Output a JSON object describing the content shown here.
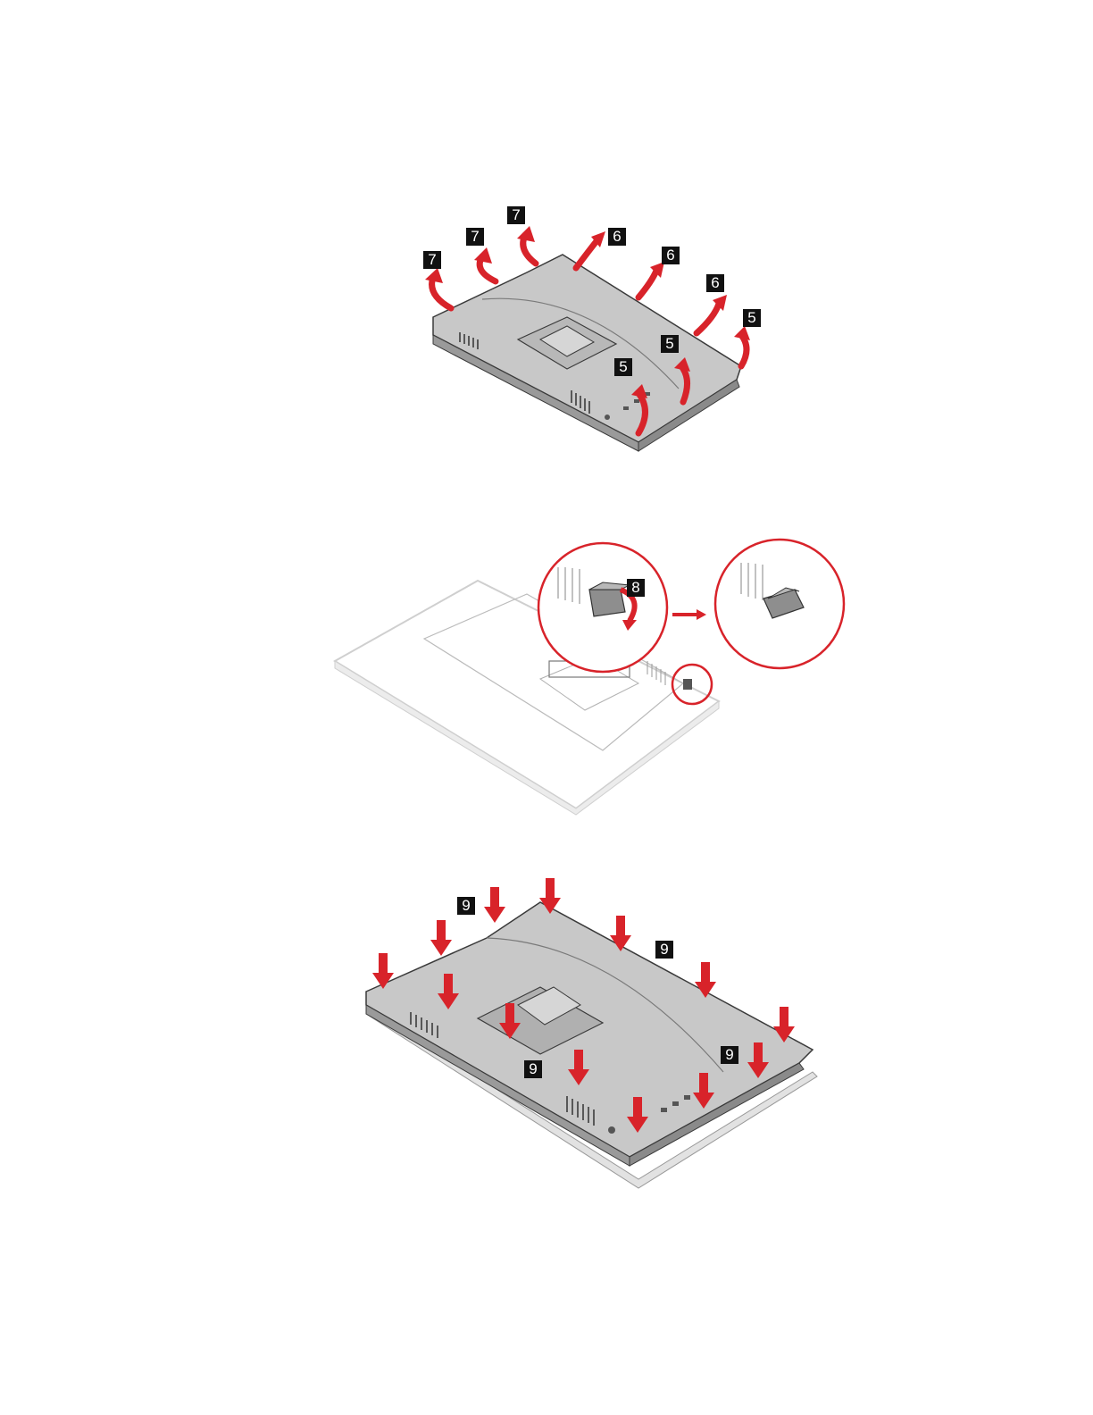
{
  "figures": [
    {
      "callouts": {
        "c7a": "7",
        "c7b": "7",
        "c7c": "7",
        "c6a": "6",
        "c6b": "6",
        "c6c": "6",
        "c5a": "5",
        "c5b": "5",
        "c5c": "5"
      }
    },
    {
      "callouts": {
        "c8": "8"
      }
    },
    {
      "callouts": {
        "c9a": "9",
        "c9b": "9",
        "c9c": "9",
        "c9d": "9"
      }
    }
  ],
  "colors": {
    "arrow": "#d8232a",
    "cover": "#c8c8c8",
    "cover_dark": "#8e8e8e",
    "outline": "#3a3a3a",
    "frame": "#d0d0d0",
    "callout_bg": "#111111"
  },
  "icons": [
    "curved-arrow-icon",
    "down-arrow-icon",
    "right-arrow-icon",
    "rotate-arrow-icon"
  ]
}
